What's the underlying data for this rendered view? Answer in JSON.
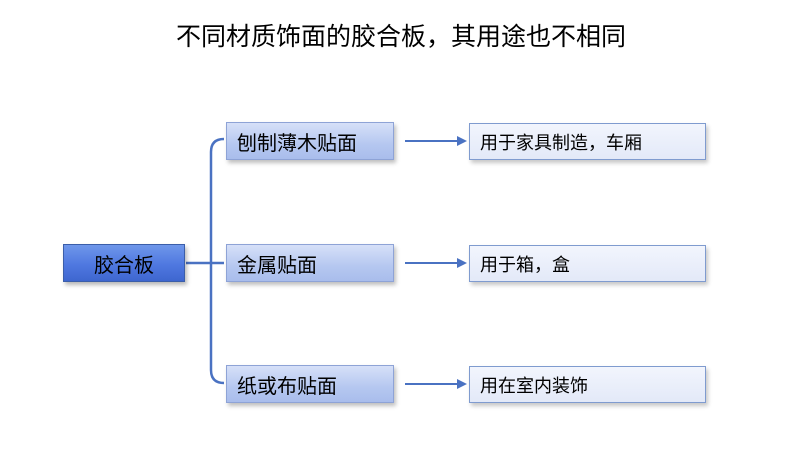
{
  "title": "不同材质饰面的胶合板，其用途也不相同",
  "root": {
    "label": "胶合板"
  },
  "branches": [
    {
      "material": "刨制薄木贴面",
      "usage": "用于家具制造，车厢"
    },
    {
      "material": "金属贴面",
      "usage": "用于箱，盒"
    },
    {
      "material": "纸或布贴面",
      "usage": "用在室内装饰"
    }
  ],
  "colors": {
    "connector": "#4a72c2",
    "root_fill": "#4f78e0",
    "mid_fill": "#b5c7f0",
    "right_fill": "#e8edfa"
  }
}
